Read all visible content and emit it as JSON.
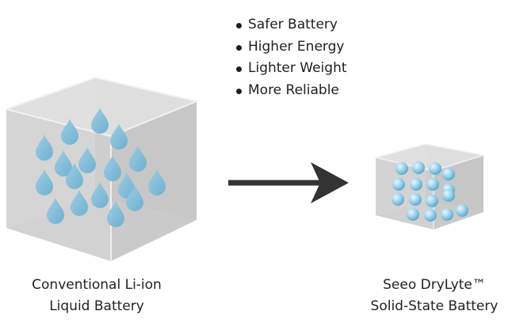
{
  "benefits": [
    {
      "label": "Safer Battery"
    },
    {
      "label": "Higher Energy"
    },
    {
      "label": "Lighter Weight"
    },
    {
      "label": "More Reliable"
    }
  ],
  "left_battery": {
    "caption_line1": "Conventional Li-ion",
    "caption_line2": "Liquid Battery",
    "icon": "liquid-droplets"
  },
  "right_battery": {
    "caption_line1": "Seeo DryLyte™",
    "caption_line2": "Solid-State Battery",
    "icon": "solid-spheres"
  },
  "colors": {
    "cube_front": "#d9d9d9",
    "cube_back": "#b8b8b8",
    "cube_top": "#e8e8e8",
    "droplet": "#7fbcd8",
    "sphere": "#9fd2ec",
    "arrow": "#333333"
  }
}
